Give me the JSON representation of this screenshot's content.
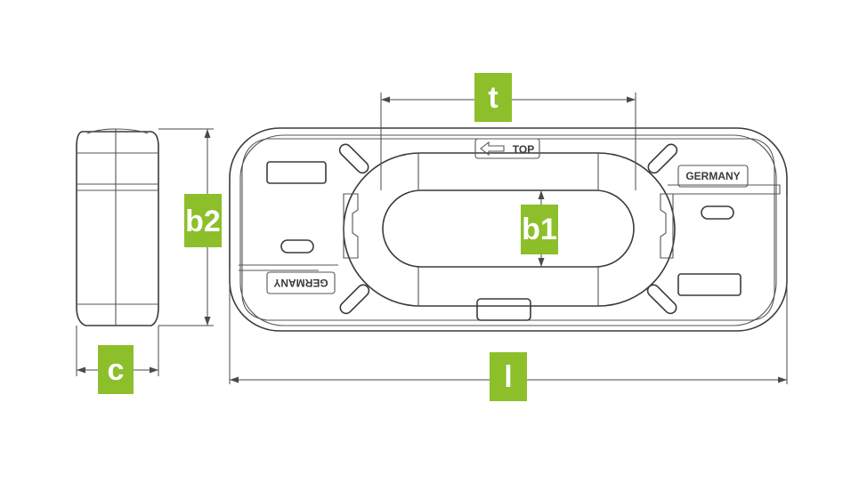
{
  "labels": {
    "t": "t",
    "b1": "b1",
    "b2": "b2",
    "c": "c",
    "l": "l"
  },
  "embossing": {
    "top": "TOP",
    "germany_right": "GERMANY",
    "germany_left": "GERMANY"
  },
  "colors": {
    "badge": "#8cbf2a",
    "line": "#3a3a3a"
  }
}
